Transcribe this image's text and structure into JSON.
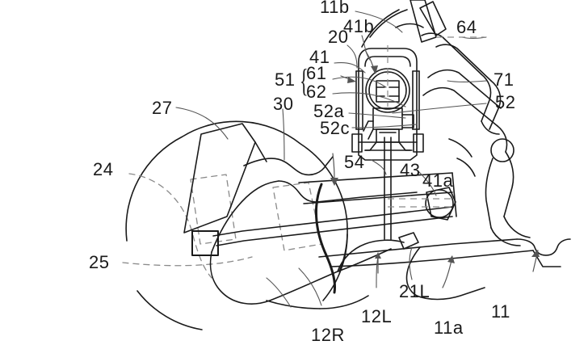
{
  "figure": {
    "kind": "patent-line-drawing",
    "background_color": "#ffffff",
    "line_color": "#1a1a1a",
    "thin_line_color": "#555555",
    "dashed_line_color": "#8a8a8a"
  },
  "labels": {
    "l_11b": "11b",
    "l_41b": "41b",
    "l_20": "20",
    "l_41": "41",
    "l_51": "51",
    "l_61": "61",
    "l_62": "62",
    "l_52a": "52a",
    "l_52c": "52c",
    "l_30": "30",
    "l_27": "27",
    "l_24": "24",
    "l_25": "25",
    "l_54": "54",
    "l_43": "43",
    "l_41a": "41a",
    "l_64": "64",
    "l_71": "71",
    "l_52": "52",
    "l_21L": "21L",
    "l_12L": "12L",
    "l_12R": "12R",
    "l_11a": "11a",
    "l_11": "11",
    "brace_51": "{"
  }
}
